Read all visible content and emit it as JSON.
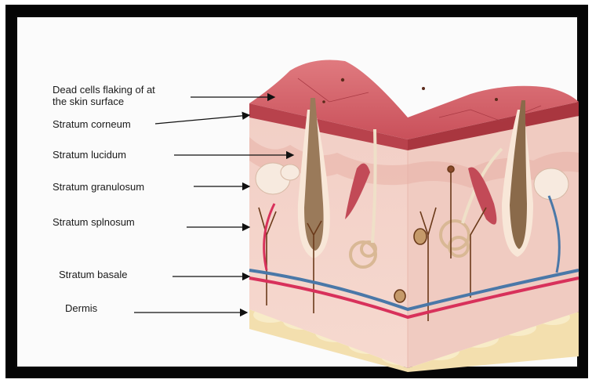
{
  "labels": {
    "dead_cells_line1": "Dead cells flaking of at",
    "dead_cells_line2": "the skin surface",
    "stratum_corneum": "Stratum corneum",
    "stratum_lucidum": "Stratum lucidum",
    "stratum_granulosum": "Stratum granulosum",
    "stratum_spinosum": "Stratum splnosum",
    "stratum_basale": "Stratum basale",
    "dermis": "Dermis"
  },
  "colors": {
    "epidermis_top": "#c9505a",
    "epidermis_side": "#b8424c",
    "layer_pink": "#f0c5bd",
    "dermis_pink": "#f3d3c9",
    "fat": "#f6e4b5",
    "hair": "#9a7a5a",
    "vein": "#4a78a8",
    "artery": "#d8315b",
    "nerve": "#6b3a1a"
  }
}
